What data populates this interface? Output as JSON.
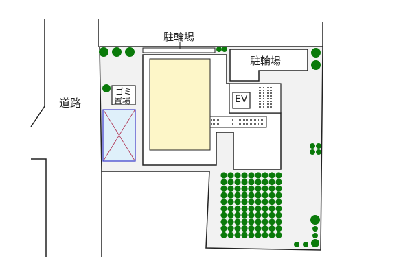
{
  "labels": {
    "road": "道路",
    "bike_parking_top": "駐輪場",
    "bike_parking_right": "駐輪場",
    "garbage_line1": "ゴミ",
    "garbage_line2": "置場",
    "elevator": "EV"
  },
  "colors": {
    "ground": "#f2f2f2",
    "building_core": "#fdf6c8",
    "parking_fill": "#dff0fa",
    "parking_border": "#3a3acb",
    "parking_cross": "#b03050",
    "tree": "#0a7a0a",
    "line": "#222222"
  },
  "tree_grid": {
    "rows": 10,
    "cols": 9
  }
}
